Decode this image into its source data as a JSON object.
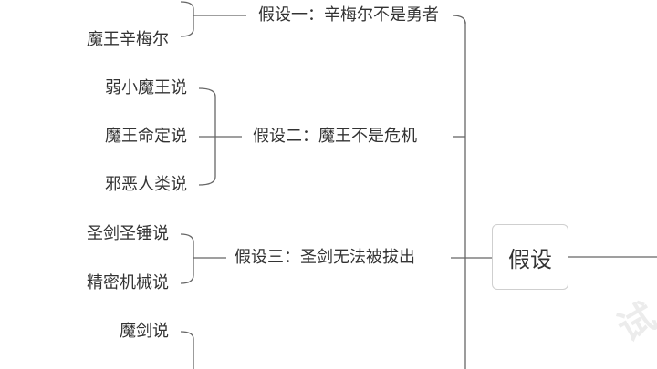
{
  "root": {
    "label": "假设"
  },
  "hypotheses": [
    {
      "label": "假设一：辛梅尔不是勇者",
      "children": [
        "魔王辛梅尔"
      ]
    },
    {
      "label": "假设二：魔王不是危机",
      "children": [
        "弱小魔王说",
        "魔王命定说",
        "邪恶人类说"
      ]
    },
    {
      "label": "假设三：圣剑无法被拔出",
      "children": [
        "圣剑圣锤说",
        "精密机械说"
      ]
    },
    {
      "label": "",
      "children": [
        "魔剑说"
      ]
    }
  ],
  "watermark": "试",
  "colors": {
    "line": "#666666",
    "text": "#333333",
    "box_border": "#cfcfcf"
  }
}
